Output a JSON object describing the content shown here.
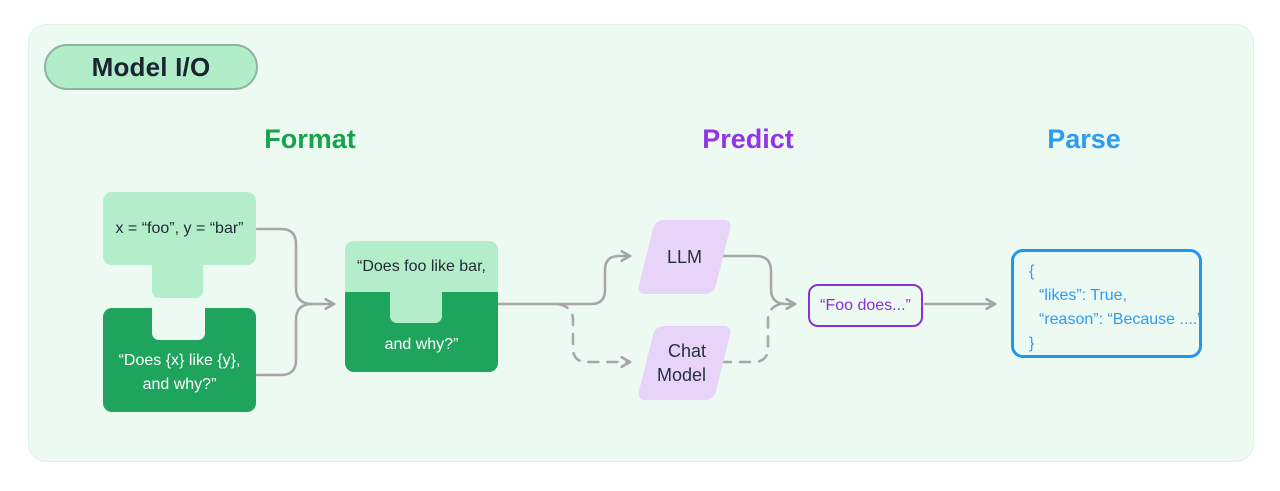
{
  "badge": {
    "label": "Model I/O"
  },
  "headings": {
    "format": "Format",
    "predict": "Predict",
    "parse": "Parse"
  },
  "format_stage": {
    "variables_text": "x = “foo”, y = “bar”",
    "template_line1": "“Does {x} like {y},",
    "template_line2": "and why?”",
    "prompt_line1": "“Does foo like bar,",
    "prompt_line2": "and why?”"
  },
  "predict_stage": {
    "llm_label": "LLM",
    "chat_model_line1": "Chat",
    "chat_model_line2": "Model",
    "completion_text": "“Foo does...”"
  },
  "parse_stage": {
    "output_line1": "{",
    "output_line2": "“likes”: True,",
    "output_line3": "“reason”: “Because ....”",
    "output_line4": "}"
  },
  "colors": {
    "card_background": "#ECFAF1",
    "light_green": "#B4EDCA",
    "dark_green": "#1EA45D",
    "format_heading": "#17A34B",
    "predict_heading": "#9333EA",
    "parse_heading": "#2E9BF2",
    "lavender_model": "#E7D4F8",
    "completion_border": "#8B2FD9",
    "output_border": "#2196F3",
    "connector_gray": "#A6A6A6"
  }
}
